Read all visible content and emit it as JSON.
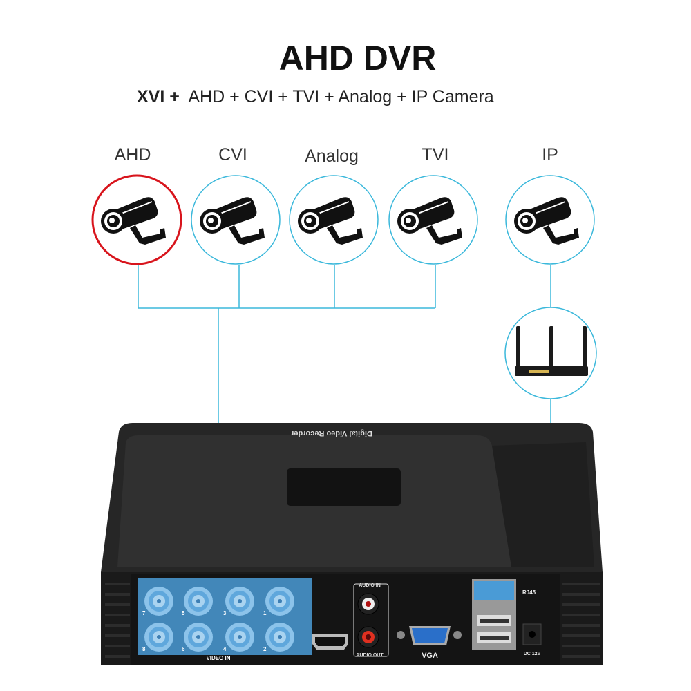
{
  "title": "AHD DVR",
  "subtitle": {
    "lead": "XVI +",
    "rest": "  AHD + CVI + TVI + Analog + IP Camera"
  },
  "cameras": [
    {
      "label": "AHD",
      "highlighted": true
    },
    {
      "label": "CVI",
      "highlighted": false
    },
    {
      "label": "Analog",
      "highlighted": false
    },
    {
      "label": "TVI",
      "highlighted": false
    },
    {
      "label": "IP",
      "highlighted": false
    }
  ],
  "colors": {
    "connector_line": "#3bb8db",
    "highlight_ring": "#d8141c",
    "video_in_overlay": "#4a9bd6",
    "dvr_body": "#1c1c1c"
  },
  "router": {
    "icon": "router-icon"
  },
  "dvr": {
    "top_text": "Digital Video Recorder",
    "video_in_label": "VIDEO IN",
    "channels_top": [
      "7",
      "5",
      "3",
      "1"
    ],
    "channels_bottom": [
      "8",
      "6",
      "4",
      "2"
    ],
    "audio_in_label": "AUDIO IN",
    "audio_out_label": "AUDIO OUT",
    "vga_label": "VGA",
    "rj45_label": "RJ45",
    "dc_label": "DC 12V"
  }
}
